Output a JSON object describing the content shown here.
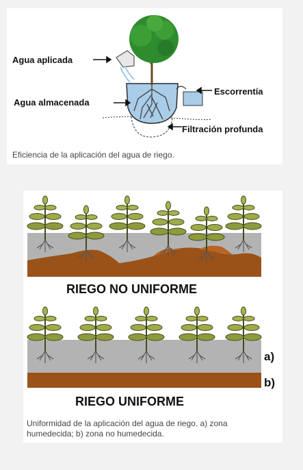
{
  "figure1": {
    "labels": {
      "applied": "Agua aplicada",
      "stored": "Agua almacenada",
      "runoff": "Escorrentía",
      "deep": "Filtración profunda"
    },
    "caption": "Eficiencia de la aplicación del agua de riego."
  },
  "figure2": {
    "title_nonuniform": "RIEGO NO UNIFORME",
    "title_uniform": "RIEGO UNIFORME",
    "label_a": "a)",
    "label_b": "b)",
    "caption_line1": "Uniformidad de la aplicación del agua de riego. a) zona",
    "caption_line2": "humedecida; b) zona no humedecida."
  },
  "colors": {
    "canopy": "#2e8b2e",
    "leaf": "#8f9a3c",
    "soil_wet": "#b3b3b3",
    "soil_dry": "#9a5218",
    "water": "#a9cde9",
    "root": "#555555"
  },
  "icons": {
    "arrow": "arrow-icon",
    "watering_can": "watering-can-icon",
    "tree": "tree-icon",
    "plant": "plant-icon"
  }
}
